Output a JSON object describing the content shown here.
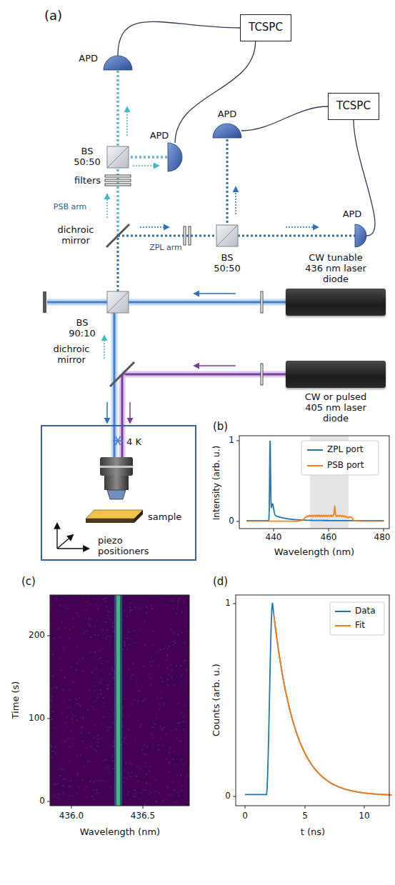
{
  "diagram": {
    "nodes": [
      {
        "text": [
          "TCSPC"
        ]
      },
      {
        "text": [
          "APD"
        ]
      },
      {
        "text": [
          "APD"
        ]
      },
      {
        "text": [
          "TCSPC"
        ]
      },
      {
        "text": [
          "APD"
        ]
      },
      {
        "text": [
          "APD"
        ]
      },
      {
        "text": [
          "CW tunable 436 nm laser diode"
        ]
      },
      {
        "text": [
          "CW or pulsed 405 nm laser diode"
        ]
      },
      {
        "text": [
          "4 K",
          "sample",
          "piezo positioners"
        ]
      }
    ],
    "edges": [
      {
        "from": 1,
        "to": 0,
        "arrow": "none"
      },
      {
        "from": 2,
        "to": 0,
        "arrow": "none"
      },
      {
        "from": 4,
        "to": 3,
        "arrow": "none"
      },
      {
        "from": 5,
        "to": 3,
        "arrow": "none"
      }
    ],
    "labels": [
      "(a)",
      "BS 50:50",
      "filters",
      "PSB arm",
      "dichroic mirror",
      "ZPL arm",
      "BS 50:50",
      "BS 90:10",
      "dichroic mirror",
      "(b)",
      "Intensity (arb. u.)",
      "1",
      "0",
      "440",
      "460",
      "480",
      "Wavelength (nm)",
      "(c)",
      "Time (s)",
      "200",
      "100",
      "0",
      "436.0",
      "436.5",
      "Wavelength (nm)",
      "(d)",
      "Counts (arb. u.)",
      "1",
      "0",
      "0",
      "5",
      "10",
      "t (ns)"
    ],
    "legend": [
      {
        "text": "ZPL port"
      },
      {
        "text": "PSB port"
      },
      {
        "text": "Data"
      },
      {
        "text": "Fit"
      }
    ]
  }
}
